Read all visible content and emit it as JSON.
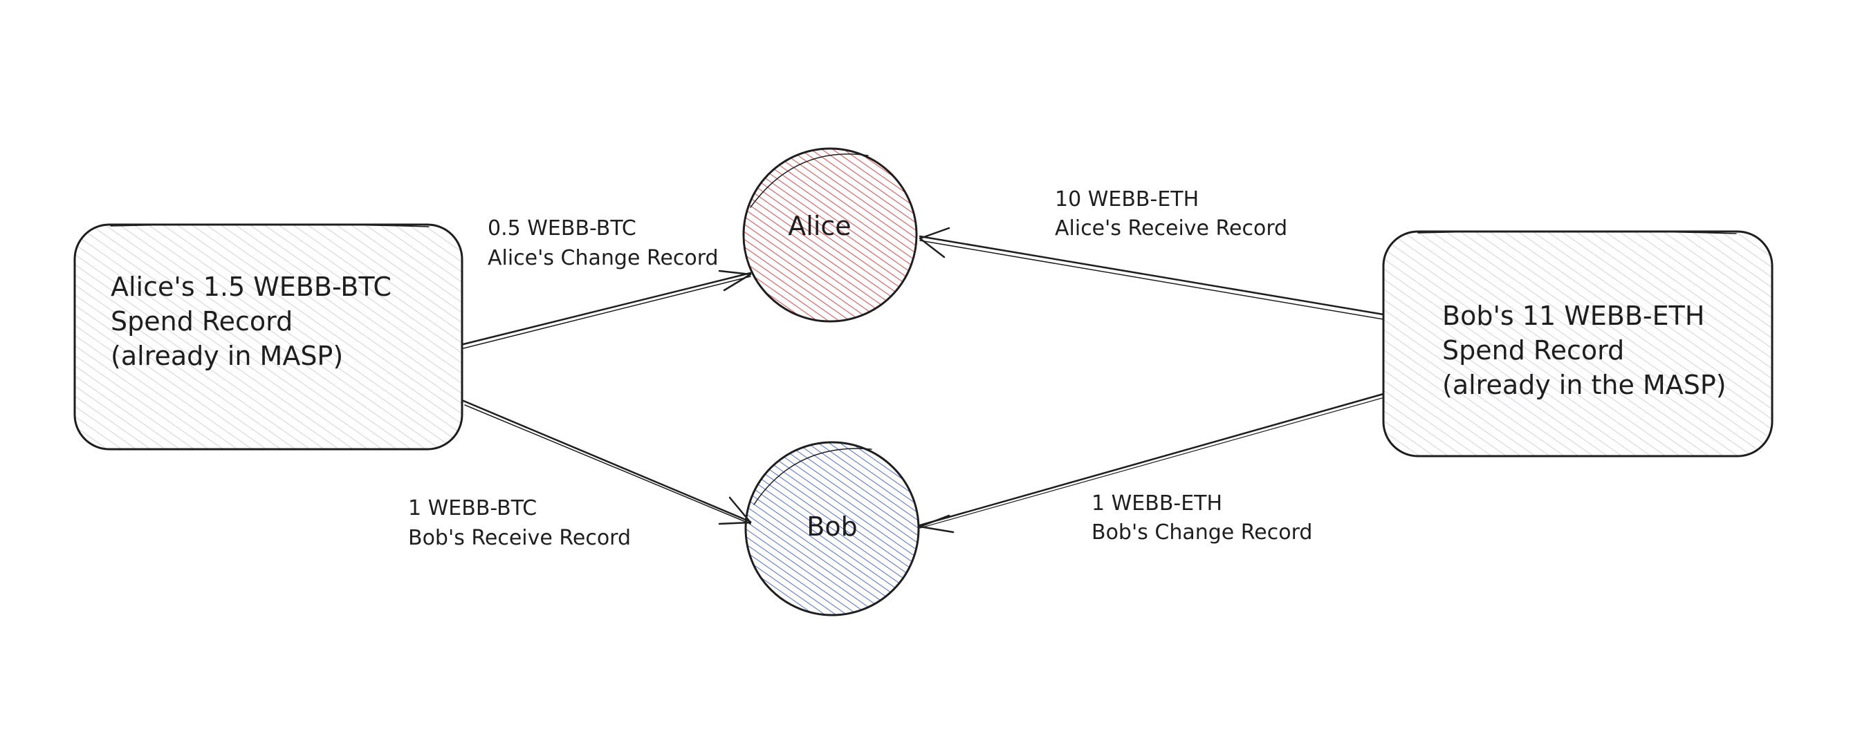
{
  "nodes": {
    "alice_spend": {
      "lines": [
        "Alice's 1.5 WEBB-BTC",
        "Spend Record",
        "(already in MASP)"
      ],
      "fill": "#e9ecef"
    },
    "bob_spend": {
      "lines": [
        "Bob's 11 WEBB-ETH",
        "Spend Record",
        "(already in the MASP)"
      ],
      "fill": "#e9ecef"
    },
    "alice": {
      "label": "Alice",
      "fill": "#e03131"
    },
    "bob": {
      "label": "Bob",
      "fill": "#3b5bdb"
    }
  },
  "edges": {
    "alice_change": {
      "amount": "0.5 WEBB-BTC",
      "record": "Alice's Change Record"
    },
    "bob_receive": {
      "amount": "1 WEBB-BTC",
      "record": "Bob's Receive Record"
    },
    "alice_receive": {
      "amount": "10 WEBB-ETH",
      "record": "Alice's Receive Record"
    },
    "bob_change": {
      "amount": "1 WEBB-ETH",
      "record": "Bob's Change Record"
    }
  }
}
